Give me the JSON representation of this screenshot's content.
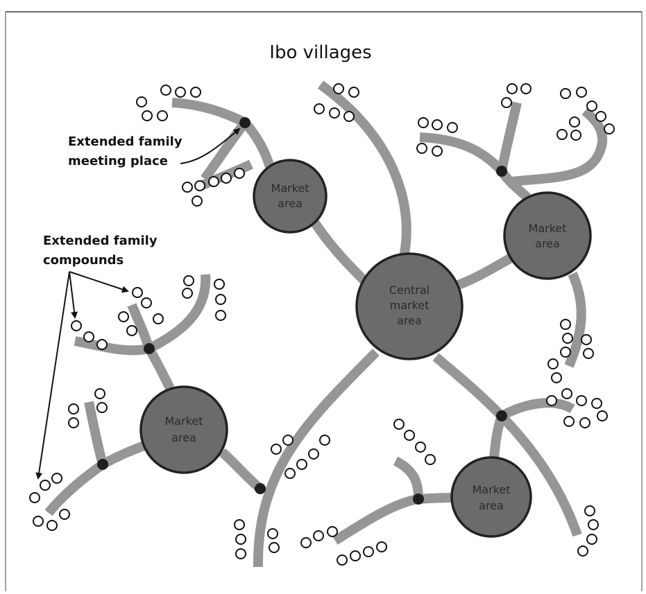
{
  "title": "Ibo villages",
  "labels": {
    "meeting_place": [
      "Extended family",
      "meeting place"
    ],
    "compounds": [
      "Extended family",
      "compounds"
    ]
  },
  "markets": {
    "central": [
      "Central",
      "market",
      "area"
    ],
    "top_left": [
      "Market",
      "area"
    ],
    "right": [
      "Market",
      "area"
    ],
    "left": [
      "Market",
      "area"
    ],
    "bottom_right": [
      "Market",
      "area"
    ]
  },
  "colors": {
    "road": "#969696",
    "market_fill": "#6b6b6b",
    "market_stroke": "#222222",
    "meeting_node": "#1e1e1e",
    "compound": "#ffffff"
  }
}
